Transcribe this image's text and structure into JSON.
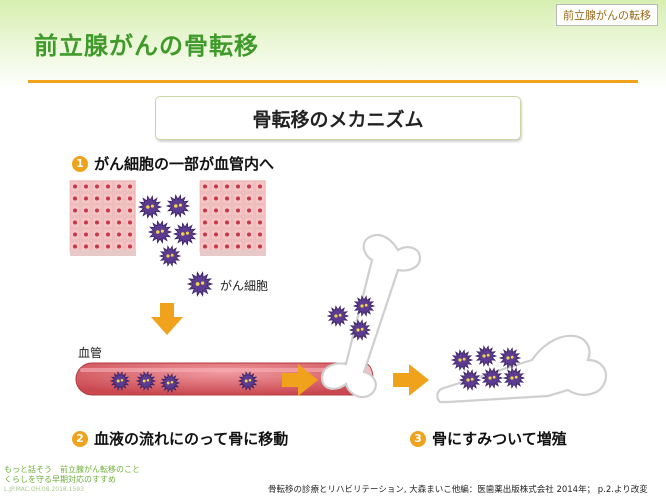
{
  "header": {
    "title": "前立腺がんの骨転移",
    "corner_tag": "前立腺がんの転移"
  },
  "diagram": {
    "mechanism_title": "骨転移のメカニズム",
    "steps": [
      {
        "number": "1",
        "label": "がん細胞の一部が血管内へ"
      },
      {
        "number": "2",
        "label": "血液の流れにのって骨に移動"
      },
      {
        "number": "3",
        "label": "骨にすみついて増殖"
      }
    ],
    "labels": {
      "cancer_cell": "がん細胞",
      "blood_vessel": "血管"
    }
  },
  "footer": {
    "line1": "もっと話そう　前立腺がん転移のこと",
    "line2": "くらしを守る早期対応のすすめ",
    "code": "L.JP.MAC.OH.08.2018.1593",
    "citation": "骨転移の診療とリハビリテーション, 大森まいこ他編：医歯薬出版株式会社 2014年； p.2.より改変"
  },
  "colors": {
    "title_green": "#3f9a2a",
    "accent_orange": "#f0a21d",
    "tissue_pink": "#f4c5c5",
    "cell_purple": "#5b3c91",
    "vessel_red": "#d9636b"
  }
}
